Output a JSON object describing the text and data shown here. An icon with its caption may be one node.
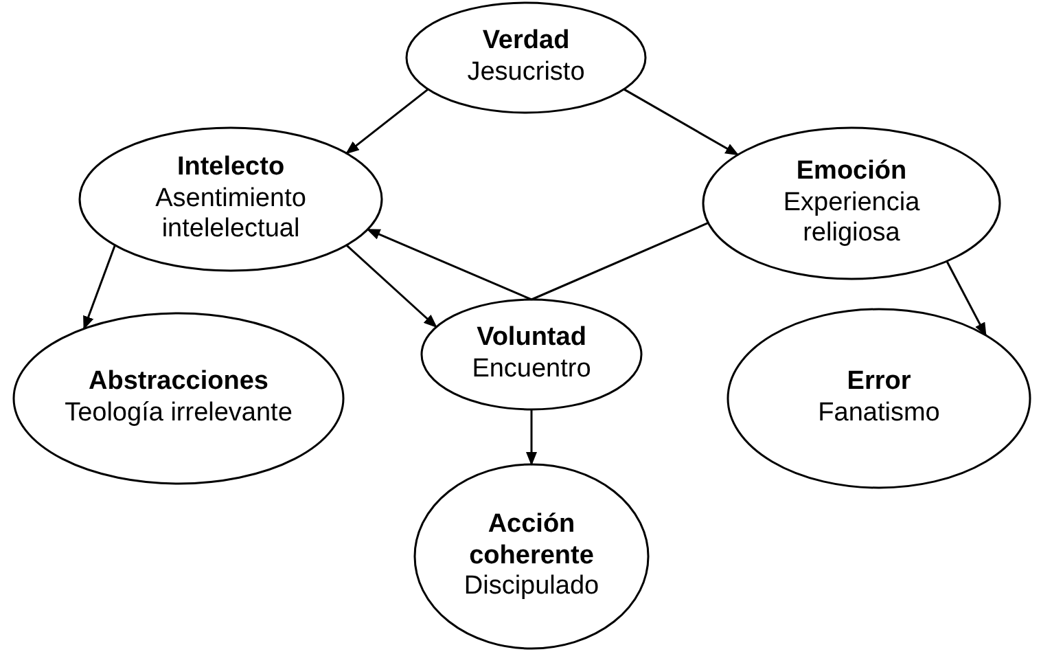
{
  "diagram": {
    "nodes": [
      {
        "text": [
          "Verdad",
          "Jesucristo"
        ]
      },
      {
        "text": [
          "Intelecto",
          "Asentimiento intelelectual"
        ]
      },
      {
        "text": [
          "Emoción",
          "Experiencia religiosa"
        ]
      },
      {
        "text": [
          "Abstracciones",
          "Teología irrelevante"
        ]
      },
      {
        "text": [
          "Voluntad",
          "Encuentro"
        ]
      },
      {
        "text": [
          "Error",
          "Fanatismo"
        ]
      },
      {
        "text": [
          "Acción coherente",
          "Discipulado"
        ]
      }
    ],
    "edges": [
      {
        "from": 0,
        "to": 1,
        "arrow": "to"
      },
      {
        "from": 0,
        "to": 2,
        "arrow": "to"
      },
      {
        "from": 1,
        "to": 3,
        "arrow": "to"
      },
      {
        "from": 1,
        "to": 4,
        "arrow": "to"
      },
      {
        "from": 2,
        "to": 5,
        "arrow": "to"
      },
      {
        "from": 4,
        "to": 6,
        "arrow": "to"
      },
      {
        "from": 2,
        "to": 4,
        "arrow": "none"
      },
      {
        "from": 4,
        "to": 1,
        "arrow": "to"
      }
    ]
  }
}
